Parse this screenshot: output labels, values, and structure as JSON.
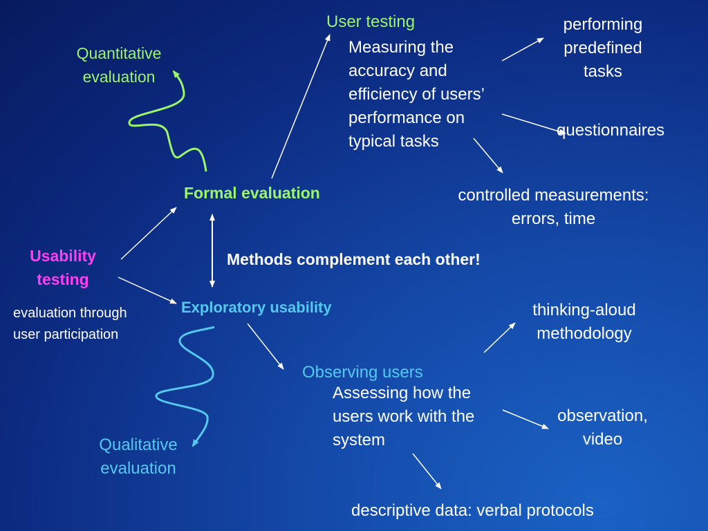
{
  "colors": {
    "background": "#0e3a96",
    "green": "#9cf56c",
    "cyan": "#56c8ee",
    "magenta": "#ff3ef2",
    "white": "#ffffff"
  },
  "nodes": {
    "quantitative": "Quantitative\nevaluation",
    "user_testing": "User testing",
    "user_testing_desc": "Measuring the\naccuracy and\nefficiency of users’\nperformance on\ntypical tasks",
    "predefined_tasks": "performing\npredefined\ntasks",
    "questionnaires": "questionnaires",
    "controlled_measurements": "controlled measurements:\nerrors, time",
    "formal_evaluation": "Formal evaluation",
    "usability_testing": "Usability\ntesting",
    "usability_testing_desc": "evaluation through\nuser participation",
    "methods_complement": "Methods complement each other!",
    "exploratory_usability": "Exploratory usability",
    "thinking_aloud": "thinking-aloud\nmethodology",
    "observing_users": "Observing users",
    "observing_desc": "Assessing how the\nusers work with the\nsystem",
    "observation_video": "observation,\nvideo",
    "qualitative": "Qualitative\nevaluation",
    "descriptive_data": "descriptive data: verbal protocols"
  }
}
